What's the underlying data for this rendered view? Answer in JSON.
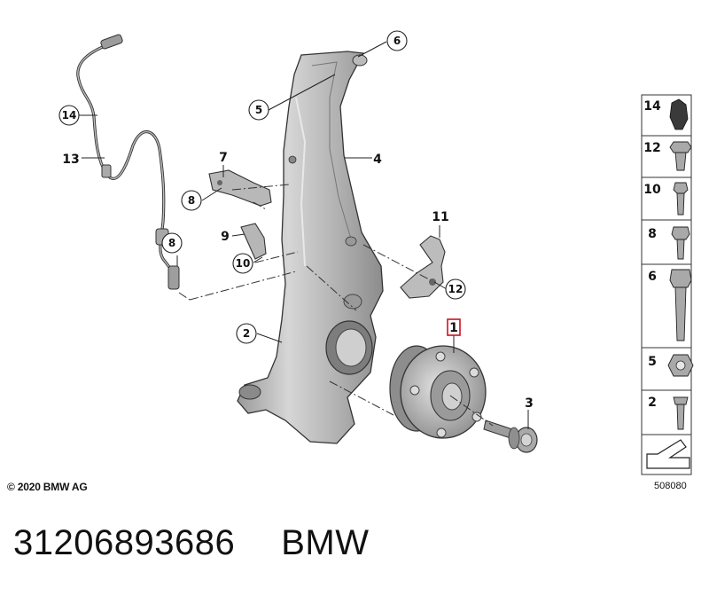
{
  "copyright": "© 2020 BMW AG",
  "diagram_id": "508080",
  "part_number": "31206893686",
  "brand": "BMW",
  "highlighted_callout": "1",
  "colors": {
    "highlight": "#cc1122",
    "part_grey": "#b9b9b9",
    "line": "#222222"
  },
  "callouts": {
    "c1": "1",
    "c2": "2",
    "c3": "3",
    "c4": "4",
    "c5": "5",
    "c6": "6",
    "c7": "7",
    "c8a": "8",
    "c8b": "8",
    "c9": "9",
    "c10": "10",
    "c11": "11",
    "c12": "12",
    "c13": "13",
    "c14": "14"
  },
  "legend": {
    "items": [
      "14",
      "12",
      "10",
      "8",
      "6",
      "5",
      "2"
    ],
    "back_arrow": "arrow-icon"
  }
}
